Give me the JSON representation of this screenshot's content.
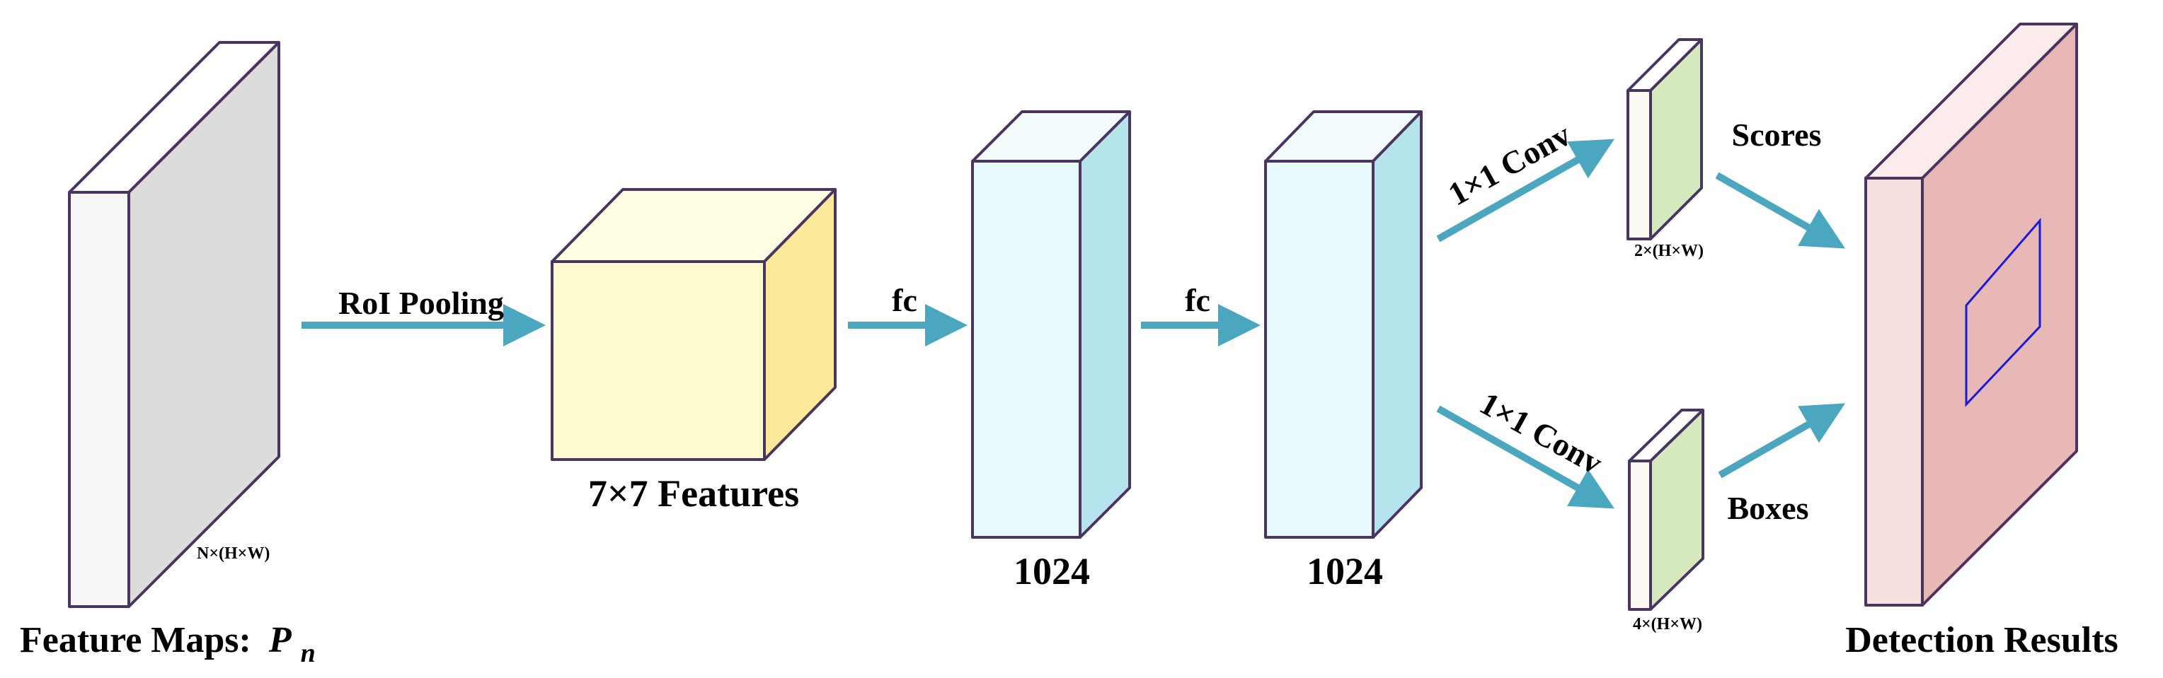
{
  "labels": {
    "rpn_input": "Feature Maps:",
    "rpn_input_symbol": "P",
    "rpn_input_subscript": "n",
    "rpn_input_dims": "N×(H×W)",
    "roi_pooling": "RoI Pooling",
    "pooled": "7×7 Features",
    "fc1": "fc",
    "fc1_size": "1024",
    "fc2": "fc",
    "fc2_size": "1024",
    "conv_top": "1×1 Conv",
    "conv_bottom": "1×1 Conv",
    "scores": "Scores",
    "scores_dims": "2×(H×W)",
    "boxes": "Boxes",
    "boxes_dims": "4×(H×W)",
    "output": "Detection Results"
  },
  "colors": {
    "outline": "#4a3560",
    "arrow": "#4ba6c0",
    "feature_front": "#f7f7f7",
    "feature_top": "#ffffff",
    "feature_side": "#dcdcdc",
    "pooled_front": "#fffbd0",
    "pooled_top": "#fffde2",
    "pooled_side": "#fde99a",
    "fc_front": "#e6f9fc",
    "fc_top": "#f2fcfd",
    "fc_side": "#b6e4ec",
    "small_front": "#fafaf2",
    "small_top": "#ffffff",
    "small_side": "#d6e8bd",
    "result_front": "#f8e0df",
    "result_top": "#fbeceb",
    "result_side": "#e8b8b6",
    "box": "#1a1adc"
  }
}
